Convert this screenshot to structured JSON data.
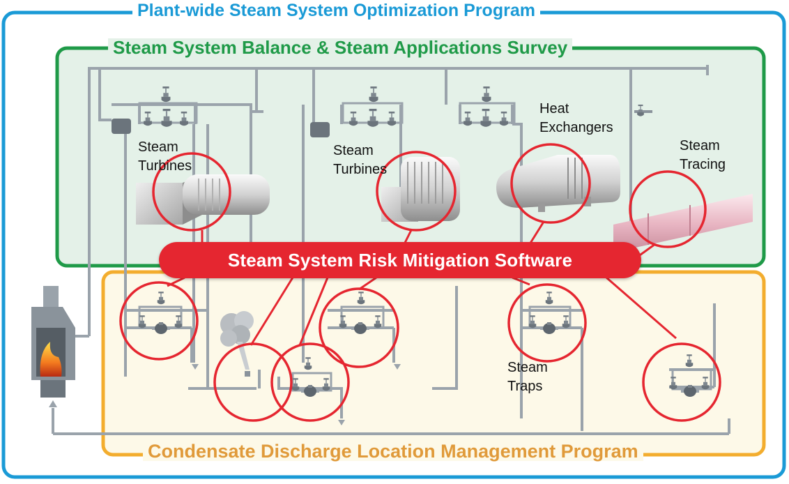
{
  "titles": {
    "outer": "Plant-wide Steam System Optimization Program",
    "green": "Steam System Balance & Steam Applications Survey",
    "orange": "Condensate Discharge Location Management Program"
  },
  "banner": "Steam System Risk Mitigation Software",
  "labels": {
    "turbines_1": [
      "Steam",
      "Turbines"
    ],
    "turbines_2": [
      "Steam",
      "Turbines"
    ],
    "heat_exchangers": [
      "Heat",
      "Exchangers"
    ],
    "tracing": [
      "Steam",
      "Tracing"
    ],
    "traps": [
      "Steam",
      "Traps"
    ]
  },
  "colors": {
    "outer_border": "#1a9ad6",
    "green_border": "#1f9a48",
    "green_fill": "#e4f1e8",
    "orange_border": "#f3ad2e",
    "orange_fill": "#fdf9e8",
    "highlight_red": "#e52630",
    "pipe": "#9aa3ab"
  }
}
